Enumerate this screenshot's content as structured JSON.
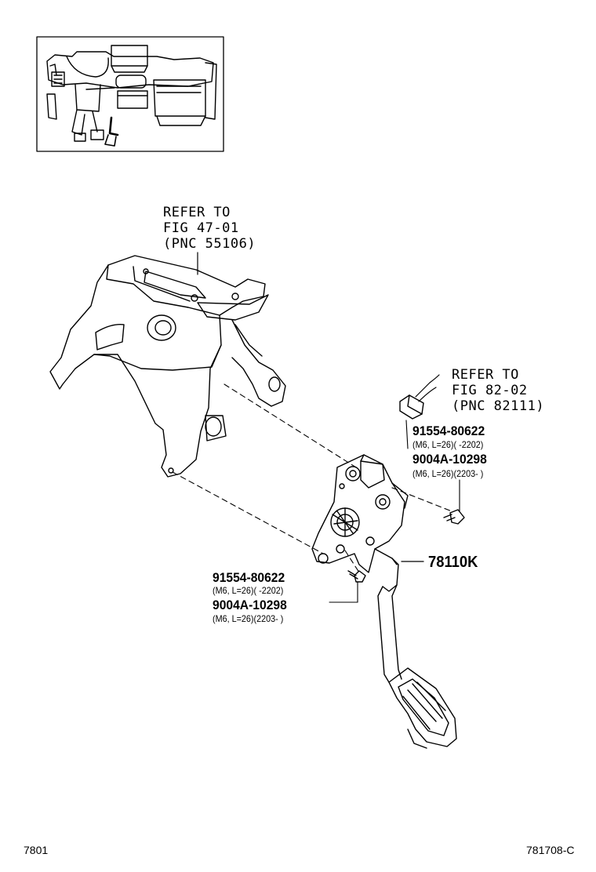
{
  "refs": {
    "fig_47": {
      "line1": "REFER TO",
      "line2": "FIG 47-01",
      "line3": "(PNC 55106)"
    },
    "fig_82": {
      "line1": "REFER TO",
      "line2": "FIG 82-02",
      "line3": "(PNC 82111)"
    }
  },
  "callouts": {
    "upper": {
      "part_a": "91554-80622",
      "spec_a": "(M6, L=26)(        -2202)",
      "part_b": "9004A-10298",
      "spec_b": "(M6, L=26)(2203-        )"
    },
    "lower": {
      "part_a": "91554-80622",
      "spec_a": "(M6, L=26)(        -2202)",
      "part_b": "9004A-10298",
      "spec_b": "(M6, L=26)(2203-        )"
    },
    "pedal_assembly": "78110K"
  },
  "footer": {
    "left_code": "7801",
    "right_code": "781708-C"
  }
}
